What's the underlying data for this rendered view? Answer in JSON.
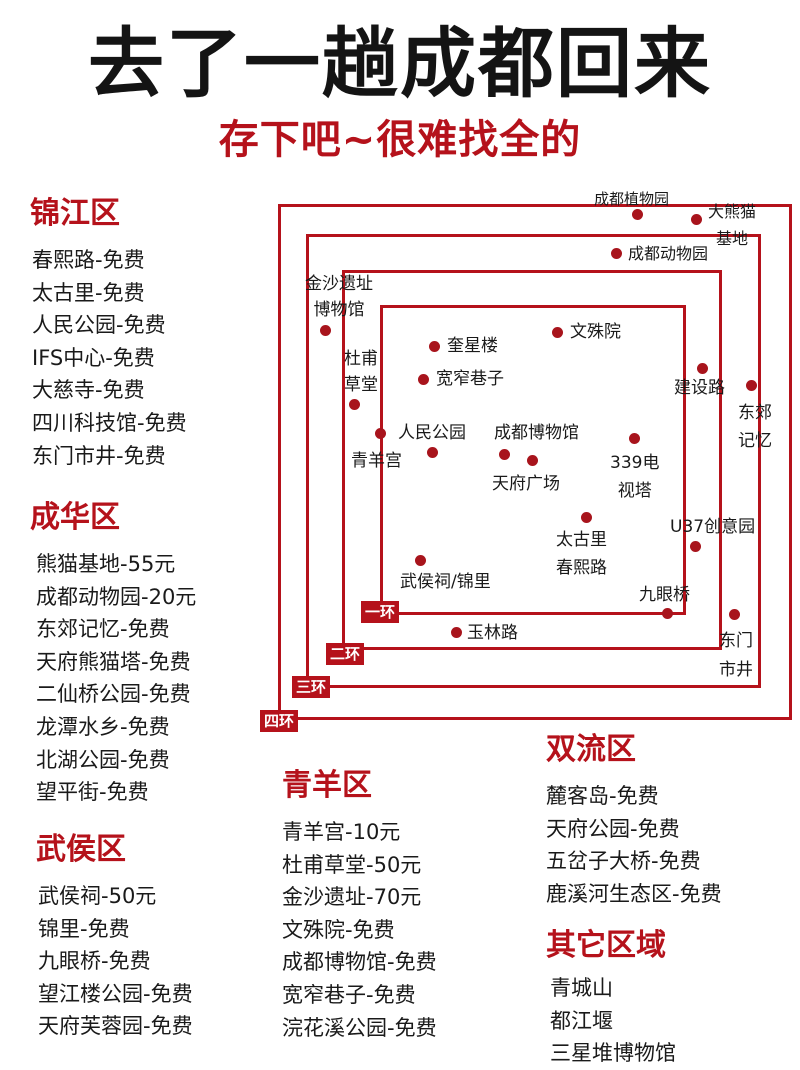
{
  "title": "去了一趟成都回来",
  "subtitle": "存下吧~很难找全的",
  "accent_color": "#b5121b",
  "districts": {
    "jinjiang": {
      "name": "锦江区",
      "items": [
        "春熙路-免费",
        "太古里-免费",
        "人民公园-免费",
        "IFS中心-免费",
        "大慈寺-免费",
        "四川科技馆-免费",
        "东门市井-免费"
      ]
    },
    "chenghua": {
      "name": "成华区",
      "items": [
        "熊猫基地-55元",
        "成都动物园-20元",
        "东郊记忆-免费",
        "天府熊猫塔-免费",
        "二仙桥公园-免费",
        "龙潭水乡-免费",
        "北湖公园-免费",
        "望平街-免费"
      ]
    },
    "wuhou": {
      "name": "武侯区",
      "items": [
        "武侯祠-50元",
        "锦里-免费",
        "九眼桥-免费",
        "望江楼公园-免费",
        "天府芙蓉园-免费"
      ]
    },
    "qingyang": {
      "name": "青羊区",
      "items": [
        "青羊宫-10元",
        "杜甫草堂-50元",
        "金沙遗址-70元",
        "文殊院-免费",
        "成都博物馆-免费",
        "宽窄巷子-免费",
        "浣花溪公园-免费"
      ]
    },
    "shuangliu": {
      "name": "双流区",
      "items": [
        "麓客岛-免费",
        "天府公园-免费",
        "五岔子大桥-免费",
        "鹿溪河生态区-免费"
      ]
    },
    "other": {
      "name": "其它区域",
      "items": [
        "青城山",
        "都江堰",
        "三星堆博物馆"
      ]
    }
  },
  "map": {
    "rings": {
      "r1": "一环",
      "r2": "二环",
      "r3": "三环",
      "r4": "四环"
    },
    "labels": {
      "botanical": "成都植物园",
      "panda": "大熊猫\n基地",
      "zoo": "成都动物园",
      "jinsha": "金沙遗址\n博物馆",
      "wenshu": "文殊院",
      "kuixing": "奎星楼",
      "dufu": "杜甫\n草堂",
      "kuanzhai": "宽窄巷子",
      "jianshe": "建设路",
      "dongjiao": "东郊\n记忆",
      "renmin": "人民公园",
      "museum": "成都博物馆",
      "qingyang": "青羊宫",
      "tv339": "339电\n视塔",
      "tianfu": "天府广场",
      "u37": "U37创意园",
      "taikooli": "太古里\n春熙路",
      "wuhouci": "武侯祠/锦里",
      "jiuyan": "九眼桥",
      "yulin": "玉林路",
      "dongmen": "东门\n市井"
    }
  }
}
